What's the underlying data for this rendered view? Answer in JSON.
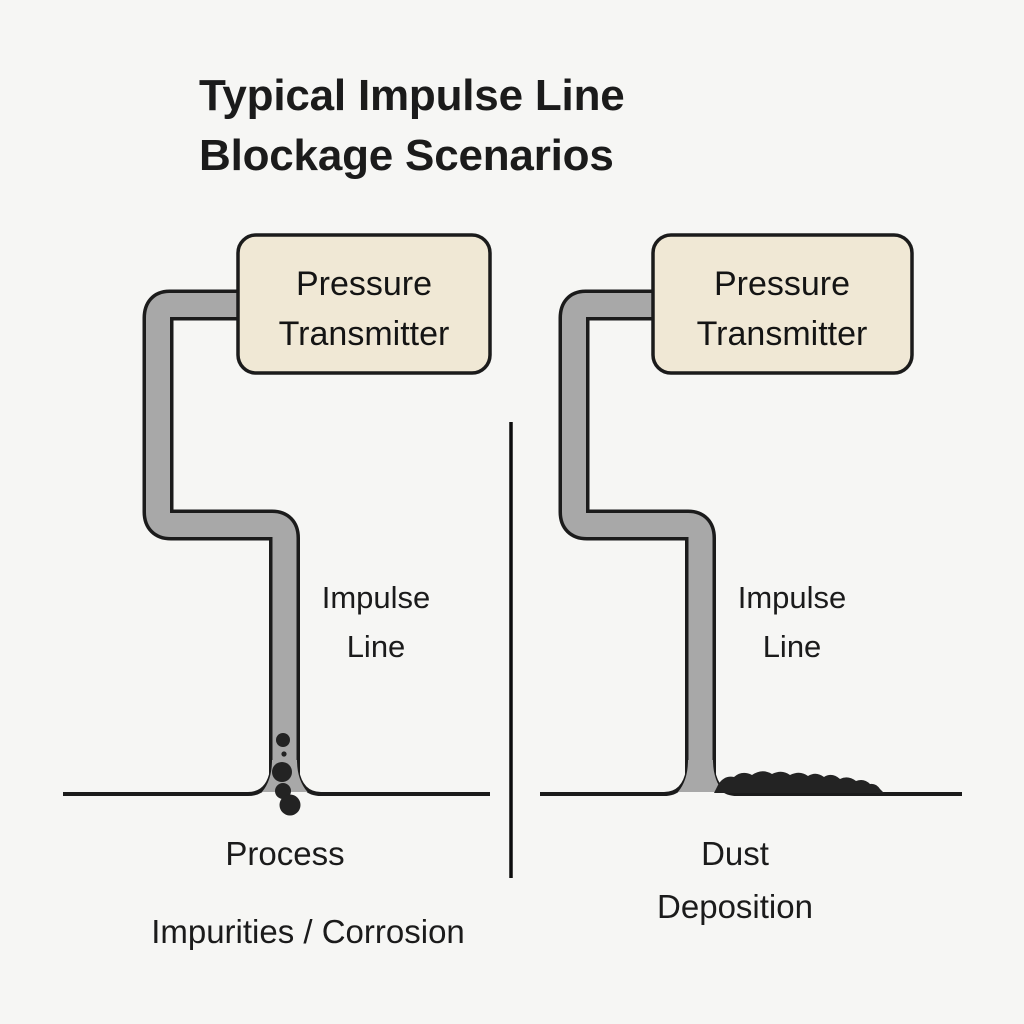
{
  "figure": {
    "title_line1": "Typical Impulse Line",
    "title_line2": "Blockage Scenarios",
    "background_color": "#f6f6f4",
    "ink_color": "#1b1b1b"
  },
  "style": {
    "box_fill": "#f0e8d5",
    "box_stroke": "#1b1b1b",
    "pipe_fill": "#a8a8a8",
    "pipe_stroke": "#1b1b1b",
    "ground_color": "#1b1b1b",
    "debris_color": "#232323",
    "divider_color": "#0d0d0d"
  },
  "panels": [
    {
      "id": "left",
      "transmitter_line1": "Pressure",
      "transmitter_line2": "Transmitter",
      "pipe_label_line1": "Impulse",
      "pipe_label_line2": "Line",
      "caption_line1": "Process",
      "caption_line2": "Impurities / Corrosion",
      "blockage_type": "particles"
    },
    {
      "id": "right",
      "transmitter_line1": "Pressure",
      "transmitter_line2": "Transmitter",
      "pipe_label_line1": "Impulse",
      "pipe_label_line2": "Line",
      "caption_line1": "Dust",
      "caption_line2": "Deposition",
      "blockage_type": "dust-mound"
    }
  ]
}
